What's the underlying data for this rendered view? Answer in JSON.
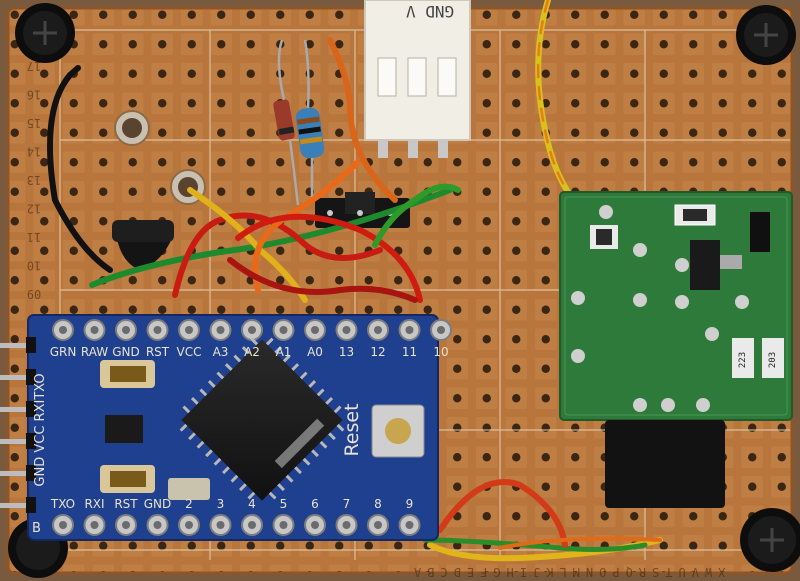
{
  "arduino_board": {
    "top_header_labels": [
      "GRN",
      "RAW",
      "GND",
      "RST",
      "VCC",
      "A3",
      "A2",
      "A1",
      "A0",
      "13",
      "12",
      "11",
      "10"
    ],
    "bottom_header_labels": [
      "TXO",
      "RXI",
      "RST",
      "GND",
      "2",
      "3",
      "4",
      "5",
      "6",
      "7",
      "8",
      "9"
    ],
    "left_header_labels": [
      "GND",
      "VCC",
      "RXI",
      "TXO"
    ],
    "left_header_text": "GND VCC RXITXO",
    "reset_label": "Reset",
    "corner_label": "B"
  },
  "perfboard": {
    "row_numbers_left": [
      "17",
      "16",
      "15",
      "14",
      "13",
      "12",
      "11",
      "10",
      "09"
    ],
    "bottom_letters": "XWVUTSRQPONMLKJIHGFEDCBA"
  },
  "rf_module": {
    "component_labels": [
      "223",
      "203"
    ]
  },
  "connector": {
    "label": "GND V"
  },
  "colors": {
    "board_blue": "#1f3f8f",
    "perfboard": "#b8733a",
    "rf_green": "#2e7a3a",
    "wood": "#7a5a3e"
  }
}
